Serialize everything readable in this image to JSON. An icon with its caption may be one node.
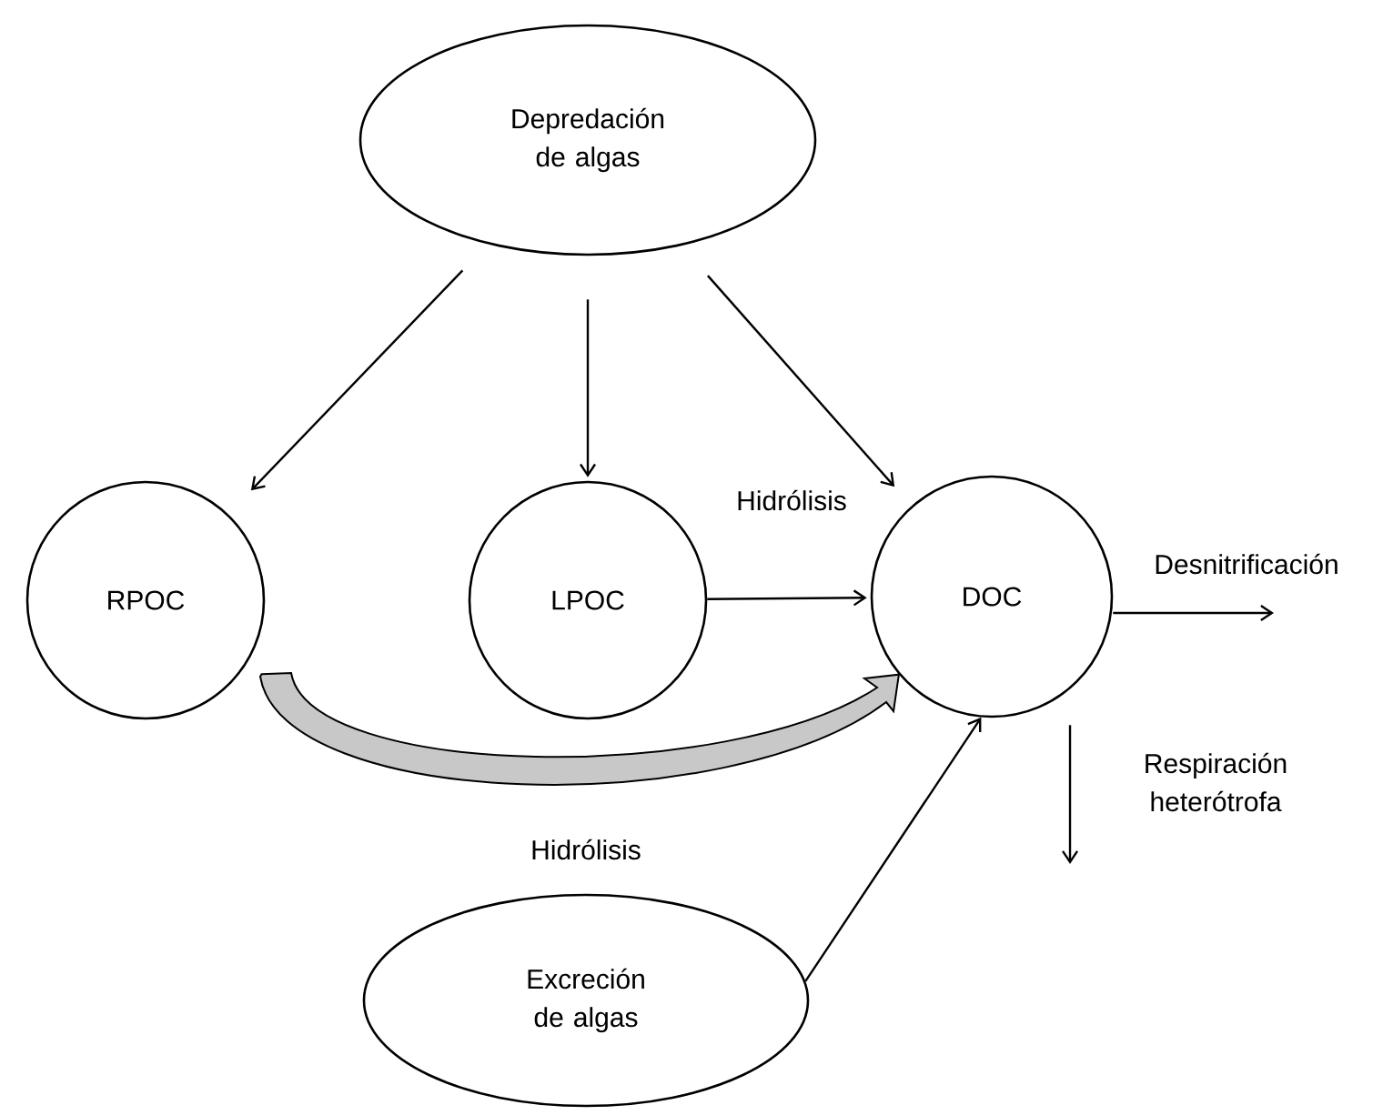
{
  "diagram": {
    "nodes": [
      {
        "text": [
          "Depredación de algas"
        ]
      },
      {
        "text": [
          "RPOC"
        ]
      },
      {
        "text": [
          "LPOC"
        ]
      },
      {
        "text": [
          "DOC"
        ]
      },
      {
        "text": [
          "Excreción de algas"
        ]
      }
    ],
    "edges": [
      {
        "from": 0,
        "to": 1,
        "arrow": "to"
      },
      {
        "from": 0,
        "to": 2,
        "arrow": "to"
      },
      {
        "from": 0,
        "to": 3,
        "arrow": "to"
      },
      {
        "from": 2,
        "to": 3,
        "arrow": "to",
        "label": "Hidrólisis"
      },
      {
        "from": 1,
        "to": 3,
        "arrow": "to",
        "label": "Hidrólisis",
        "style": "thick",
        "color": "#c8c8c8"
      },
      {
        "from": 4,
        "to": 3,
        "arrow": "to"
      },
      {
        "from": 3,
        "to": null,
        "arrow": "to",
        "label": "Desnitrificación"
      },
      {
        "from": 3,
        "to": null,
        "arrow": "to",
        "label": "Respiración heterótrofa"
      }
    ]
  }
}
